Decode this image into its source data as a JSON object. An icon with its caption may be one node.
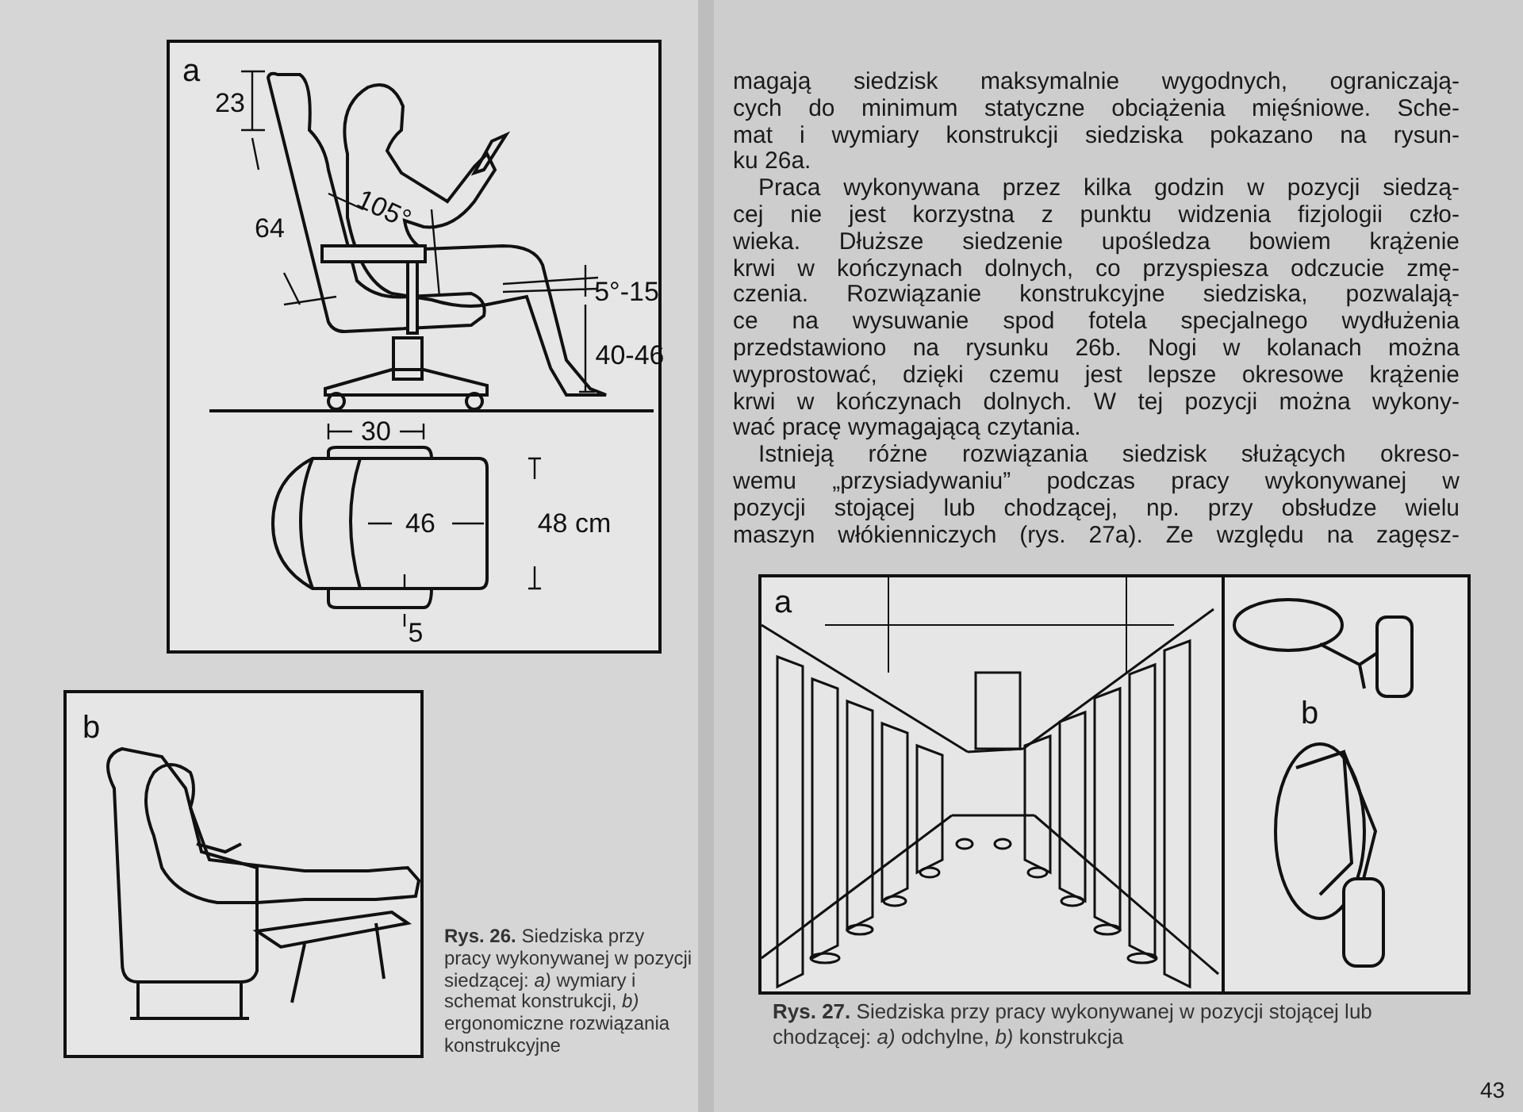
{
  "diagram": {
    "nodes": [
      {
        "text": [
          "a"
        ]
      },
      {
        "text": [
          "b"
        ]
      },
      {
        "text": [
          "a"
        ]
      },
      {
        "text": [
          "b"
        ],
        "in": 2
      }
    ],
    "labels": [
      "23",
      "64",
      "105°",
      "5°-15",
      "40-46",
      "30",
      "46",
      "48 cm",
      "5",
      "magają siedzisk maksymalnie wygodnych, ograniczają-",
      "cych do minimum statyczne obciążenia mięśniowe. Sche-",
      "mat i wymiary konstrukcji siedziska pokazano na rysun-",
      "ku 26a.",
      "Praca wykonywana przez kilka godzin w pozycji siedzą-",
      "cej nie jest korzystna z punktu widzenia fizjologii czło-",
      "wieka. Dłuższe siedzenie upośledza bowiem krążenie",
      "krwi w kończynach dolnych, co przyspiesza odczucie zmę-",
      "czenia. Rozwiązanie konstrukcyjne siedziska, pozwalają-",
      "ce na wysuwanie spod fotela specjalnego wydłużenia",
      "przedstawiono na rysunku 26b. Nogi w kolanach można",
      "wyprostować, dzięki czemu jest lepsze okresowe krążenie",
      "krwi w kończynach dolnych. W tej pozycji można wykony-",
      "wać pracę wymagającą czytania.",
      "Istnieją różne rozwiązania siedzisk służących okreso-",
      "wemu „przysiadywaniu” podczas pracy wykonywanej w",
      "pozycji stojącej lub chodzącej, np. przy obsłudze wielu",
      "maszyn włókienniczych (rys. 27a). Ze względu na zagęsz-",
      "**Rys. 26.** Siedziska przy pracy wykonywanej w pozycji siedzącej: *a)* wymiary i schemat konstrukcji, *b)* ergonomiczne rozwiązania konstrukcyjne",
      "**Rys. 27.** Siedziska przy pracy wykonywanej w pozycji stojącej lub chodzącej: *a)* odchylne, *b)* konstrukcja",
      "43"
    ]
  }
}
